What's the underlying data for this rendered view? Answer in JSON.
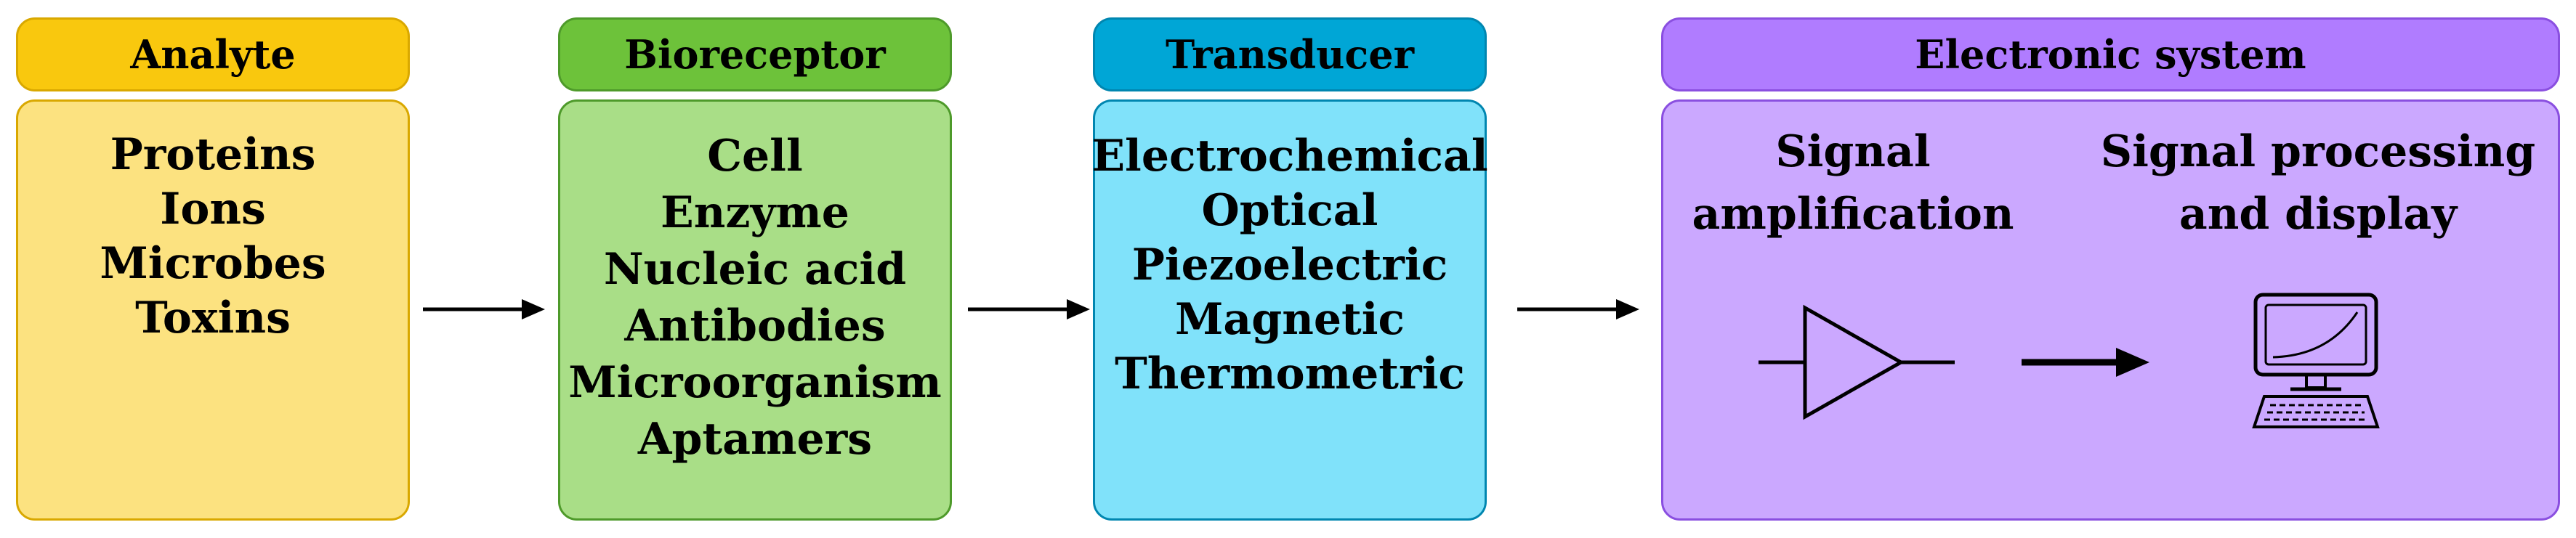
{
  "stages": [
    {
      "title": "Analyte",
      "items": [
        "Proteins",
        "Ions",
        "Microbes",
        "Toxins"
      ],
      "header_color": "#F9C80E",
      "body_color": "#FCE280",
      "border_color": "#D9A800"
    },
    {
      "title": "Bioreceptor",
      "items": [
        "Cell",
        "Enzyme",
        "Nucleic acid",
        "Antibodies",
        "Microorganism",
        "Aptamers"
      ],
      "header_color": "#6DC23A",
      "body_color": "#A9DE87",
      "border_color": "#4E9A2A"
    },
    {
      "title": "Transducer",
      "items": [
        "Electrochemical",
        "Optical",
        "Piezoelectric",
        "Magnetic",
        "Thermometric"
      ],
      "header_color": "#00A6D6",
      "body_color": "#80E2FA",
      "border_color": "#0086B0"
    },
    {
      "title": "Electronic system",
      "header_color": "#B07CFF",
      "body_color": "#CBA8FF",
      "border_color": "#8A4FE0",
      "components": [
        {
          "label_lines": [
            "Signal",
            "amplification"
          ],
          "icon": "amplifier-icon"
        },
        {
          "label_lines": [
            "Signal processing",
            "and display"
          ],
          "icon": "computer-display-icon"
        }
      ]
    }
  ]
}
